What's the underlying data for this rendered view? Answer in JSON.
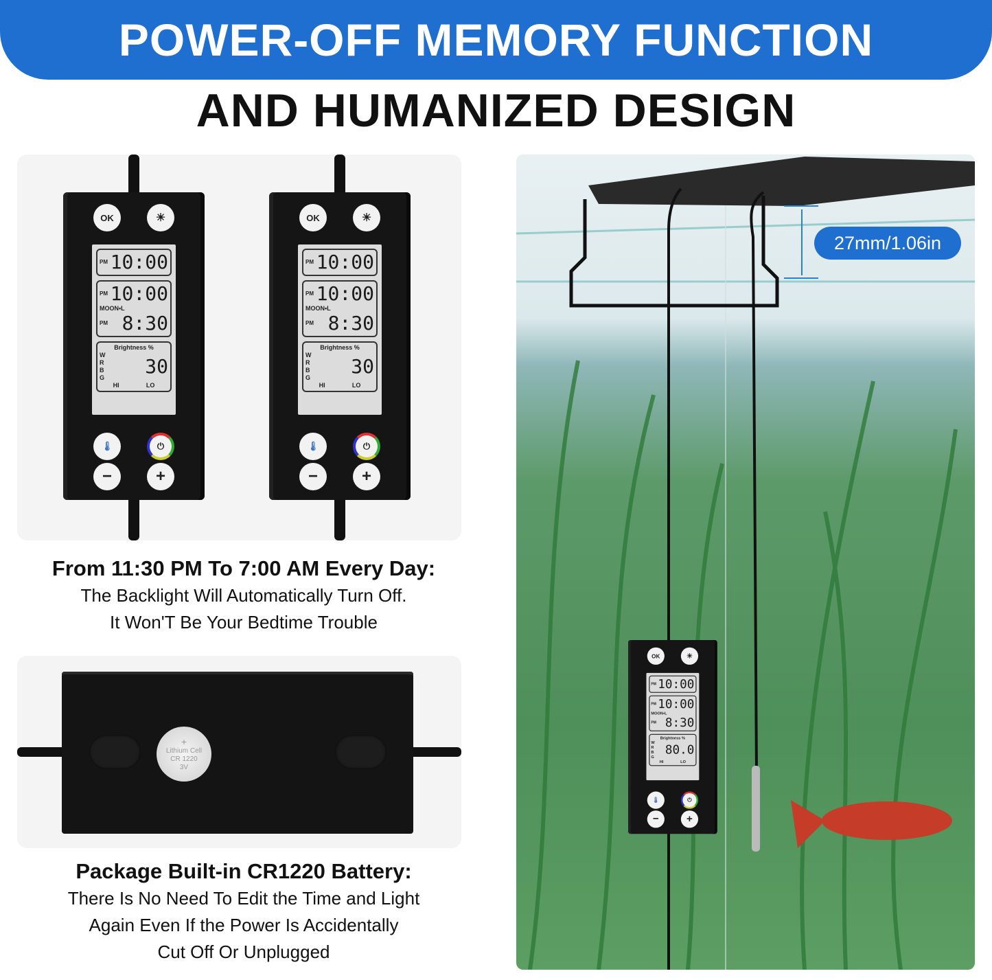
{
  "header": {
    "title": "POWER-OFF MEMORY FUNCTION",
    "subtitle": "AND HUMANIZED DESIGN"
  },
  "colors": {
    "brand_blue": "#1e6fd0"
  },
  "controller": {
    "ok_label": "OK",
    "pm": "PM",
    "time1": "10:00",
    "time2": "10:00",
    "moon_label": "MOON•L",
    "time3": "8:30",
    "brightness_label": "Brightness %",
    "channels": [
      "W",
      "R",
      "B",
      "G"
    ],
    "hi": "HI",
    "lo": "LO",
    "brightness": "30",
    "minus": "−",
    "plus": "+",
    "icons": [
      "timer-ok-icon",
      "24-7-day-night-icon",
      "temperature-alarm-icon",
      "power-icon"
    ]
  },
  "tank_controller": {
    "brightness": "80.0"
  },
  "backlight": {
    "heading": "From 11:30 PM To 7:00 AM Every Day:",
    "line1": "The Backlight Will Automatically Turn Off.",
    "line2": "It Won'T Be Your Bedtime Trouble"
  },
  "battery": {
    "cell_text": "Lithium Cell",
    "model": "CR 1220",
    "voltage": "3V",
    "heading": "Package Built-in CR1220 Battery:",
    "line1": "There Is No Need To Edit the Time and Light",
    "line2": "Again Even If the Power Is Accidentally",
    "line3": "Cut Off Or Unplugged"
  },
  "dimension": {
    "label": "27mm/1.06in"
  }
}
